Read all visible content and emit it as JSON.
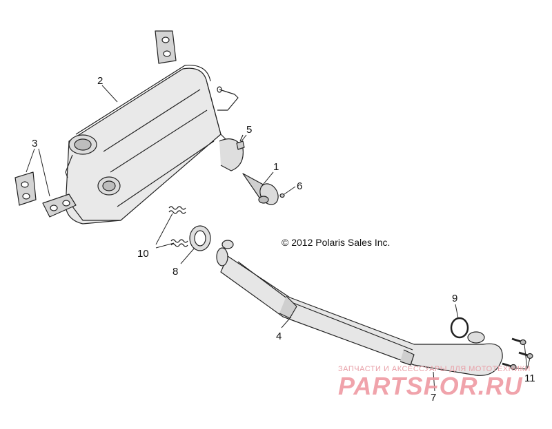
{
  "diagram": {
    "copyright": "© 2012 Polaris Sales Inc.",
    "callouts": [
      "1",
      "2",
      "3",
      "4",
      "5",
      "6",
      "7",
      "8",
      "9",
      "10",
      "11"
    ]
  },
  "watermark": {
    "caption": "ЗАПЧАСТИ И АКСЕССУАРЫ ДЛЯ МОТОТЕХНИКИ",
    "logo": "PARTSFOR.RU",
    "color": "#ef9aa3"
  },
  "colors": {
    "line": "#222222",
    "fill_light": "#e6e6e6",
    "fill_mid": "#cfcfcf"
  }
}
